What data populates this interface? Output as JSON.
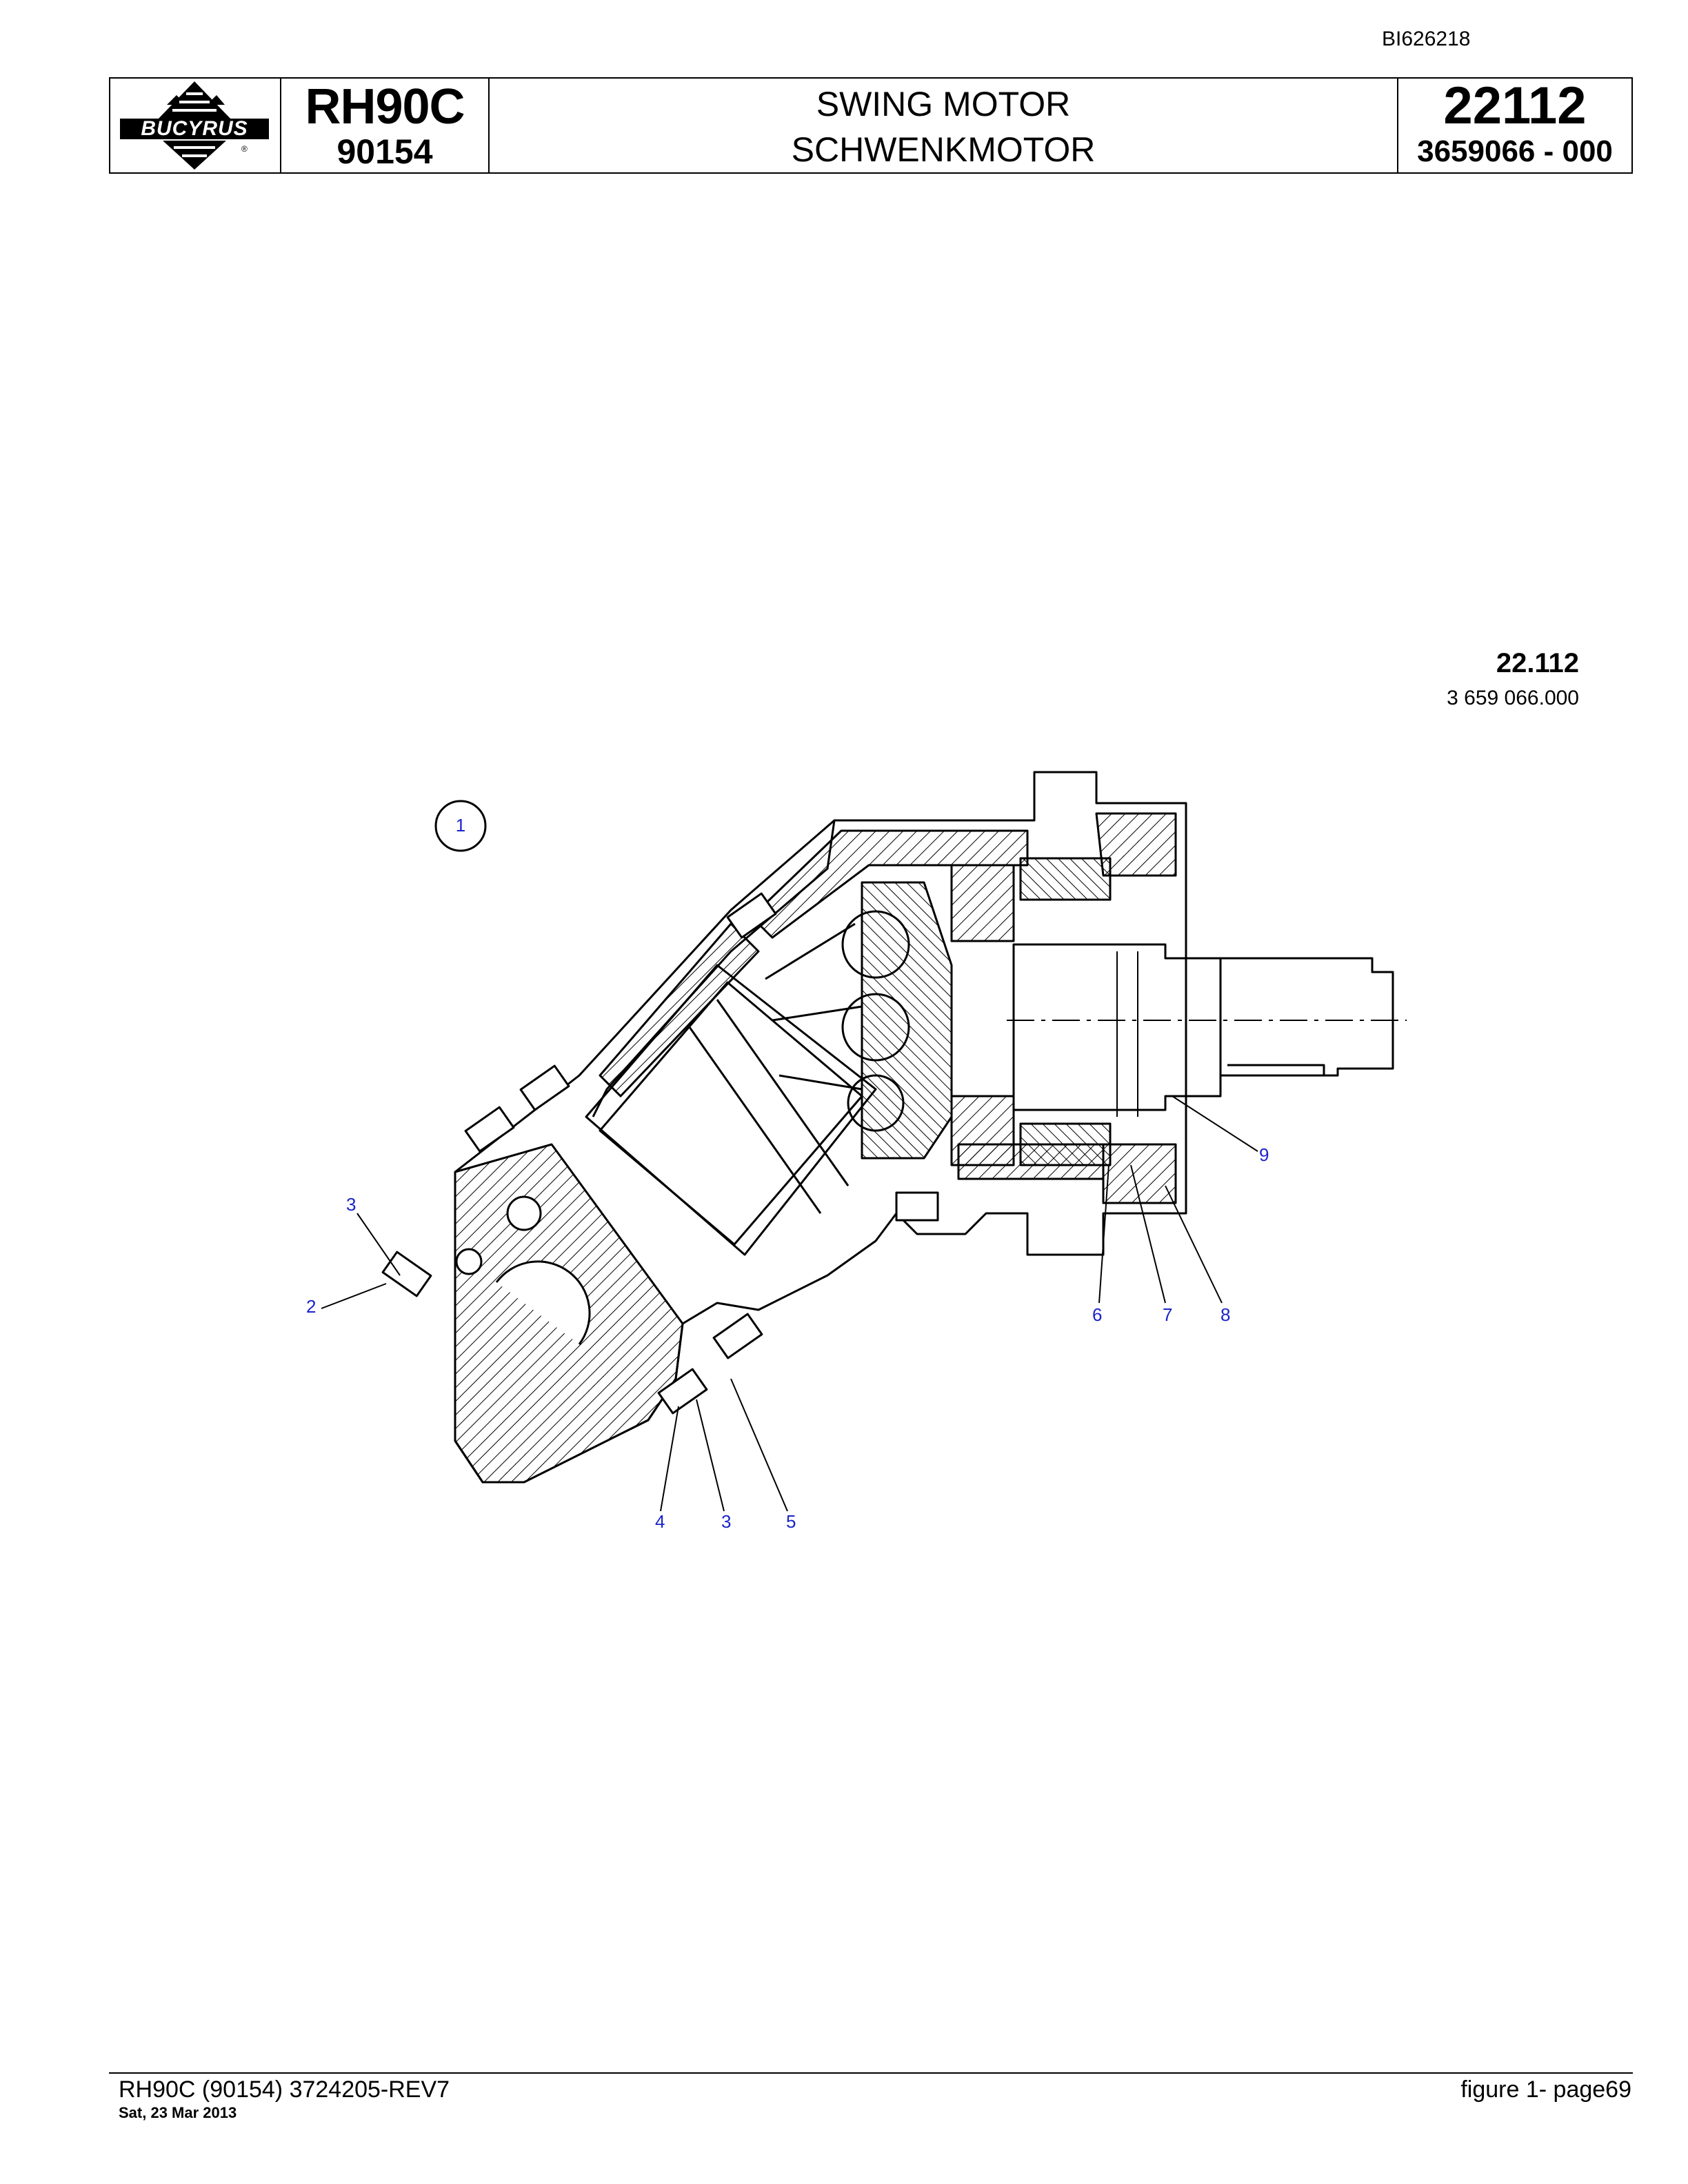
{
  "doc_id": "BI626218",
  "header": {
    "brand": "BUCYRUS",
    "model": "RH90C",
    "model_number": "90154",
    "title_en": "SWING MOTOR",
    "title_de": "SCHWENKMOTOR",
    "group_number": "22112",
    "part_number": "3659066  - 000"
  },
  "drawing": {
    "group_label": "22.112",
    "part_label": "3 659 066.000",
    "figure_marker": "1",
    "callouts": [
      "3",
      "2",
      "4",
      "3",
      "5",
      "6",
      "7",
      "8",
      "9"
    ]
  },
  "footer": {
    "reference": "RH90C (90154) 3724205-REV7",
    "date": "Sat, 23 Mar 2013",
    "page": "figure  1- page69"
  }
}
